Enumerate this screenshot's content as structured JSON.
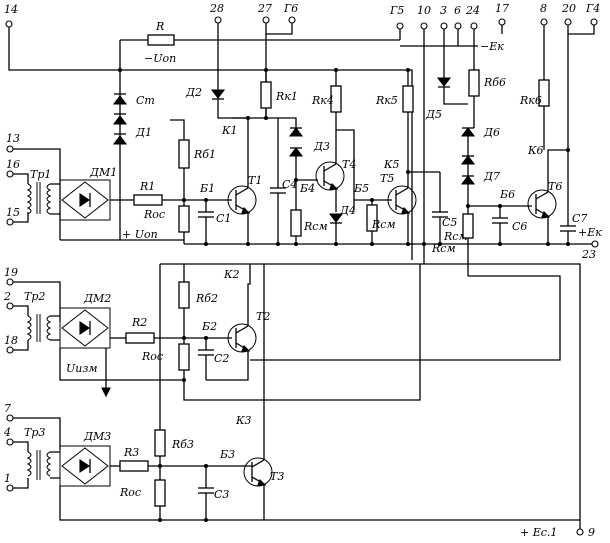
{
  "terminals": {
    "t14": "14",
    "t28": "28",
    "t27": "27",
    "tG6": "Г6",
    "tG5": "Г5",
    "t10": "10",
    "t3": "3",
    "t6": "6",
    "t24": "24",
    "t17": "17",
    "t8": "8",
    "t20": "20",
    "tG4": "Г4",
    "t13": "13",
    "t16": "16",
    "t15": "15",
    "t23": "23",
    "t19": "19",
    "t2": "2",
    "t18": "18",
    "t7": "7",
    "t4": "4",
    "t1": "1",
    "t9": "9"
  },
  "labels": {
    "R": "R",
    "Uop_top": "−Uоп",
    "Ek_top": "−Eк",
    "Ct": "Cт",
    "D1": "Д1",
    "D2": "Д2",
    "D3": "Д3",
    "D4": "Д4",
    "D5": "Д5",
    "D6": "Д6",
    "D7": "Д7",
    "Rk1": "Rк1",
    "Rk4": "Rк4",
    "Rk5": "Rк5",
    "Rk6_a": "Rб6",
    "Rk6": "Rк6",
    "K1": "К1",
    "K5": "К5",
    "K6": "К6",
    "K2": "К2",
    "K3": "К3",
    "T1": "Т1",
    "T4": "Т4",
    "T5": "Т5",
    "T6": "Т6",
    "T2": "Т2",
    "T3": "Т3",
    "Tr1": "Тр1",
    "Tr2": "Тр2",
    "Tr3": "Тр3",
    "DM1": "ДМ1",
    "DM2": "ДМ2",
    "DM3": "ДМ3",
    "R1": "R1",
    "R2": "R2",
    "R3": "R3",
    "Rb1": "Rб1",
    "Rb2": "Rб2",
    "Rb3": "Rб3",
    "B1": "Б1",
    "B2": "Б2",
    "B3": "Б3",
    "B4": "Б4",
    "B5": "Б5",
    "B6": "Б6",
    "Ros1": "Rос",
    "Ros2": "Rос",
    "Ros3": "Rос",
    "C1": "C1",
    "C2": "C2",
    "C3": "C3",
    "C4": "C4",
    "C5": "C5",
    "C6": "C6",
    "C7": "C7",
    "Uop_bot": "+ Uоп",
    "Ek_bot": "+Eк",
    "Rsm4": "Rсм",
    "Rsm5": "Rсм",
    "Rsm6": "Rсм",
    "Rsm7": "Rсм",
    "Uizm": "Uизм",
    "Ec": "+ Eс.1"
  }
}
